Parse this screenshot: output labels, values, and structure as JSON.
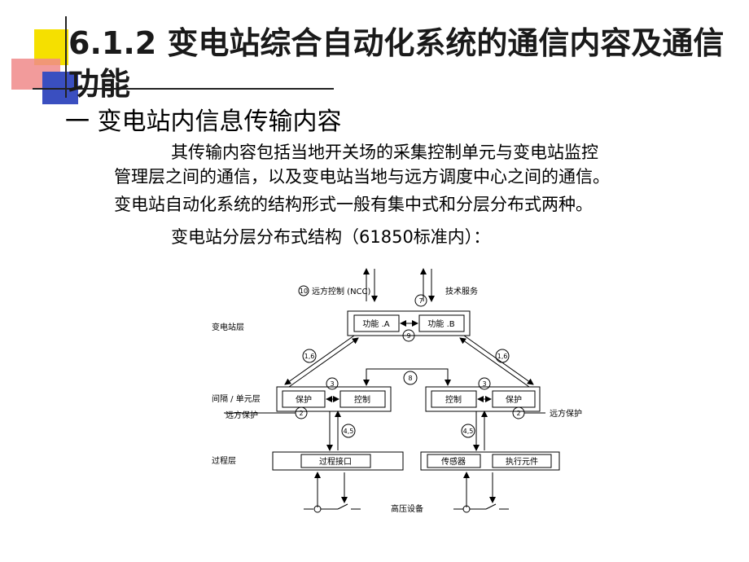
{
  "slide": {
    "title": "6.1.2  变电站综合自动化系统的通信内容及通信功能",
    "subheading": "一  变电站内信息传输内容",
    "paragraphs": [
      "其传输内容包括当地开关场的采集控制单元与变电站监控",
      "管理层之间的通信，以及变电站当地与远方调度中心之间的通信。",
      "变电站自动化系统的结构形式一般有集中式和分层分布式两种。",
      "变电站分层分布式结构（61850标准内）："
    ]
  },
  "diagram": {
    "top_left_label": "远方控制 (NCC)",
    "top_left_num": "10",
    "top_right_label": "技术服务",
    "num_7": "7",
    "station_layer": "变电站层",
    "func_a": "功能 .A",
    "func_b": "功能 .B",
    "num_9": "9",
    "num_16_left": "1,6",
    "num_16_right": "1,6",
    "num_8": "8",
    "num_3_left": "3",
    "num_3_right": "3",
    "bay_layer": "间隔 / 单元层",
    "remote_protect_left": "远方保护",
    "remote_protect_right": "远方保护",
    "protect_left": "保护",
    "control_left": "控制",
    "control_right": "控制",
    "protect_right": "保护",
    "num_2_left": "2",
    "num_2_right": "2",
    "num_45_left": "4,5",
    "num_45_right": "4,5",
    "process_layer": "过程层",
    "process_interface": "过程接口",
    "sensor": "传感器",
    "actuator": "执行元件",
    "hv_equipment": "高压设备"
  },
  "colors": {
    "title": "#1a1a1a",
    "deco_yellow": "#f5e000",
    "deco_red": "#f08a8a",
    "deco_blue": "#3a4fc0"
  }
}
